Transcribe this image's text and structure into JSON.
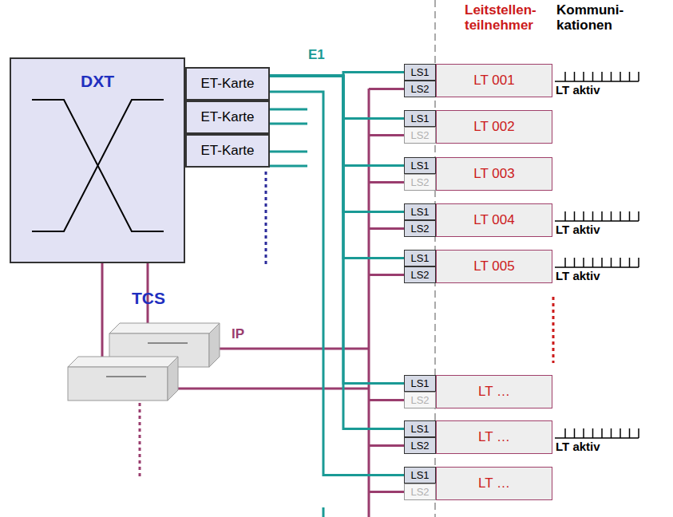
{
  "diagram": {
    "nodes": [
      {
        "text": [
          "DXT"
        ]
      },
      {
        "text": [
          "ET-Karte"
        ]
      },
      {
        "text": [
          "ET-Karte"
        ]
      },
      {
        "text": [
          "ET-Karte"
        ]
      },
      {
        "text": [
          "LS1"
        ]
      },
      {
        "text": [
          "LS2"
        ]
      },
      {
        "text": [
          "LT 001"
        ]
      },
      {
        "text": [
          "LS1"
        ]
      },
      {
        "text": [
          "LS2"
        ]
      },
      {
        "text": [
          "LT 002"
        ]
      },
      {
        "text": [
          "LS1"
        ]
      },
      {
        "text": [
          "LS2"
        ]
      },
      {
        "text": [
          "LT 003"
        ]
      },
      {
        "text": [
          "LS1"
        ]
      },
      {
        "text": [
          "LS2"
        ]
      },
      {
        "text": [
          "LT 004"
        ]
      },
      {
        "text": [
          "LS1"
        ]
      },
      {
        "text": [
          "LS2"
        ]
      },
      {
        "text": [
          "LT 005"
        ]
      },
      {
        "text": [
          "LS1"
        ]
      },
      {
        "text": [
          "LS2"
        ]
      },
      {
        "text": [
          "LT …"
        ]
      },
      {
        "text": [
          "LS1"
        ]
      },
      {
        "text": [
          "LS2"
        ]
      },
      {
        "text": [
          "LT …"
        ]
      },
      {
        "text": [
          "LS1"
        ]
      },
      {
        "text": [
          "LS2"
        ]
      },
      {
        "text": [
          "LT …"
        ]
      }
    ],
    "edges": [
      {
        "from": 1,
        "to": 4,
        "arrow": "none"
      },
      {
        "from": 1,
        "to": 7,
        "arrow": "none"
      },
      {
        "from": 1,
        "to": 10,
        "arrow": "none"
      },
      {
        "from": 1,
        "to": 13,
        "arrow": "none"
      },
      {
        "from": 1,
        "to": 16,
        "arrow": "none"
      },
      {
        "from": 1,
        "to": 19,
        "arrow": "none"
      },
      {
        "from": 1,
        "to": 22,
        "arrow": "none"
      },
      {
        "from": 1,
        "to": 25,
        "arrow": "none"
      }
    ],
    "labels": [
      "Leitstellen- teilnehmer",
      "Kommuni- kationen",
      "E1",
      "LT aktiv",
      "LT aktiv",
      "LT aktiv",
      "TCS",
      "IP",
      "LT aktiv"
    ]
  }
}
